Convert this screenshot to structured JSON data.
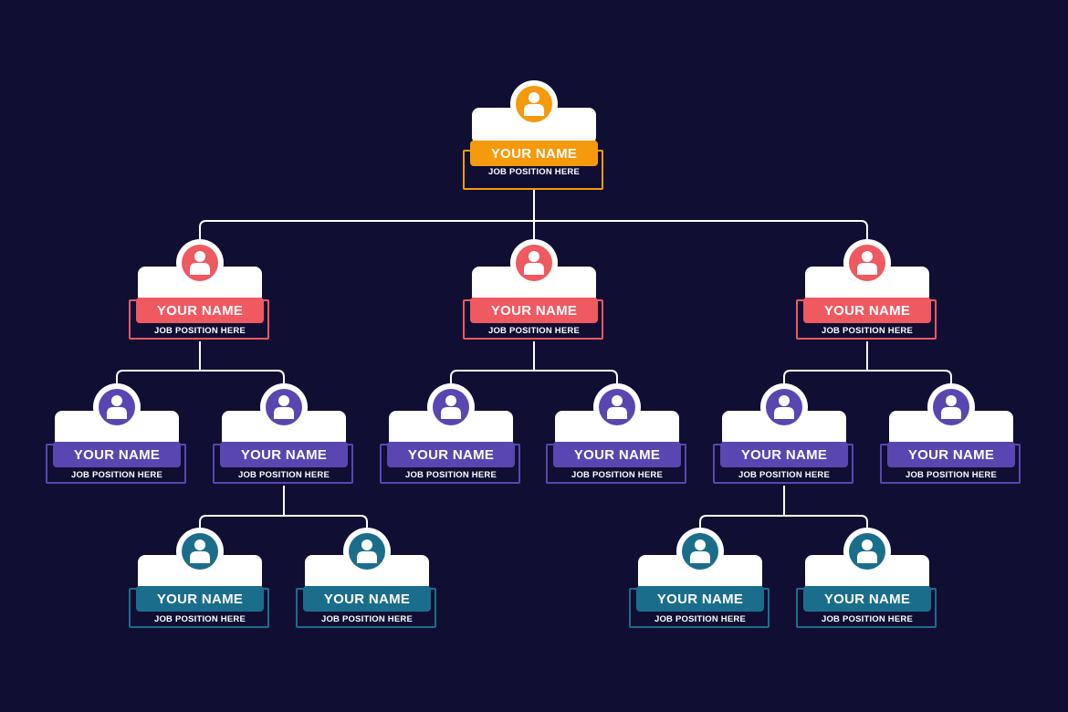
{
  "colors": {
    "background": "#110e33",
    "connector": "#ffffff",
    "level1": "#f59a0c",
    "level2": "#ef5960",
    "level3": "#5a46b0",
    "level4": "#1a6e8c"
  },
  "icons": {
    "avatar": "person-avatar-icon"
  },
  "nodes": [
    {
      "id": "ceo",
      "level": 1,
      "color": "orange",
      "parent": null,
      "name": "YOUR NAME",
      "position": "JOB POSITION HERE"
    },
    {
      "id": "m1",
      "level": 2,
      "color": "red",
      "parent": "ceo",
      "name": "YOUR NAME",
      "position": "JOB POSITION HERE"
    },
    {
      "id": "m2",
      "level": 2,
      "color": "red",
      "parent": "ceo",
      "name": "YOUR NAME",
      "position": "JOB POSITION HERE"
    },
    {
      "id": "m3",
      "level": 2,
      "color": "red",
      "parent": "ceo",
      "name": "YOUR NAME",
      "position": "JOB POSITION HERE"
    },
    {
      "id": "s1",
      "level": 3,
      "color": "purple",
      "parent": "m1",
      "name": "YOUR NAME",
      "position": "JOB POSITION HERE"
    },
    {
      "id": "s2",
      "level": 3,
      "color": "purple",
      "parent": "m1",
      "name": "YOUR NAME",
      "position": "JOB POSITION HERE"
    },
    {
      "id": "s3",
      "level": 3,
      "color": "purple",
      "parent": "m2",
      "name": "YOUR NAME",
      "position": "JOB POSITION HERE"
    },
    {
      "id": "s4",
      "level": 3,
      "color": "purple",
      "parent": "m2",
      "name": "YOUR NAME",
      "position": "JOB POSITION HERE"
    },
    {
      "id": "s5",
      "level": 3,
      "color": "purple",
      "parent": "m3",
      "name": "YOUR NAME",
      "position": "JOB POSITION HERE"
    },
    {
      "id": "s6",
      "level": 3,
      "color": "purple",
      "parent": "m3",
      "name": "YOUR NAME",
      "position": "JOB POSITION HERE"
    },
    {
      "id": "t1",
      "level": 4,
      "color": "teal",
      "parent": "s2",
      "name": "YOUR NAME",
      "position": "JOB POSITION HERE"
    },
    {
      "id": "t2",
      "level": 4,
      "color": "teal",
      "parent": "s2",
      "name": "YOUR NAME",
      "position": "JOB POSITION HERE"
    },
    {
      "id": "t3",
      "level": 4,
      "color": "teal",
      "parent": "s5",
      "name": "YOUR NAME",
      "position": "JOB POSITION HERE"
    },
    {
      "id": "t4",
      "level": 4,
      "color": "teal",
      "parent": "s5",
      "name": "YOUR NAME",
      "position": "JOB POSITION HERE"
    }
  ]
}
